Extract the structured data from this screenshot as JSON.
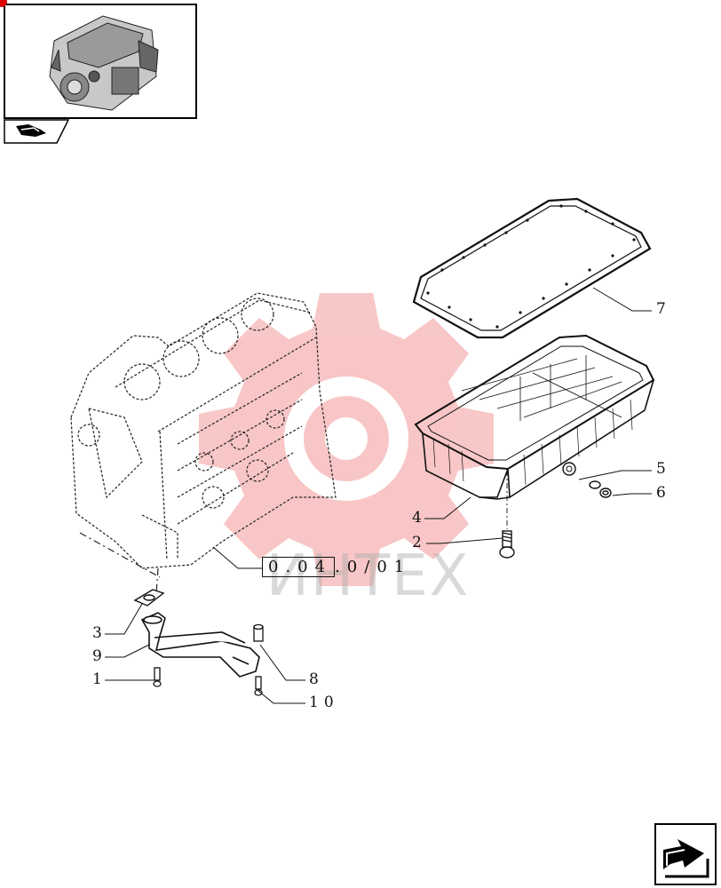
{
  "thumbnail": {
    "icon": "engine-thumbnail-icon",
    "tab_icon": "book-pages-icon"
  },
  "watermark": {
    "text": "ИНТЕХ",
    "color": "#f7b8b8"
  },
  "reference": {
    "boxed_part": "0.04",
    "suffix": ".0/01"
  },
  "callouts": [
    {
      "id": "7",
      "label": "7"
    },
    {
      "id": "5",
      "label": "5"
    },
    {
      "id": "6",
      "label": "6"
    },
    {
      "id": "4",
      "label": "4"
    },
    {
      "id": "2",
      "label": "2"
    },
    {
      "id": "3",
      "label": "3"
    },
    {
      "id": "9",
      "label": "9"
    },
    {
      "id": "1",
      "label": "1"
    },
    {
      "id": "8",
      "label": "8"
    },
    {
      "id": "10",
      "label": "10"
    }
  ],
  "navigation": {
    "next_icon": "next-page-arrow-icon"
  }
}
